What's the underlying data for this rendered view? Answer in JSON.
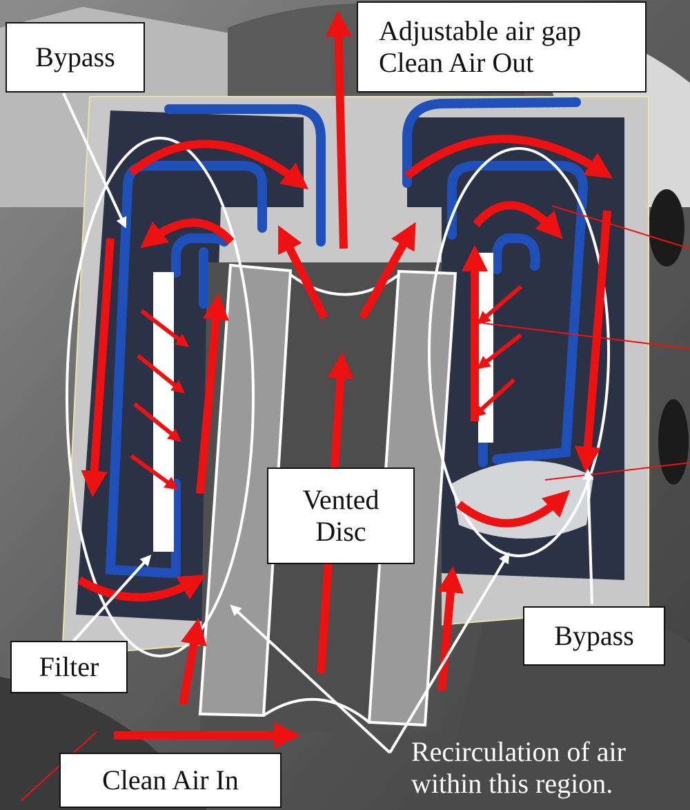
{
  "labels": {
    "bypass_top": "Bypass",
    "air_out_line1": "Adjustable air gap",
    "air_out_line2": "Clean Air Out",
    "vented_disc_line1": "Vented",
    "vented_disc_line2": "Disc",
    "bypass_right": "Bypass",
    "filter": "Filter",
    "clean_air_in": "Clean Air In",
    "recirculation_line1": "Recirculation of air",
    "recirculation_line2": "within this region."
  },
  "colors": {
    "housing": "#c8c8c8",
    "cavity": "#2b3245",
    "background": "#6e6e6e",
    "airflow_arrow": "#ee1111",
    "channel": "#1f4fb8",
    "filter": "#ffffff",
    "disc": "#9a9a9a"
  }
}
